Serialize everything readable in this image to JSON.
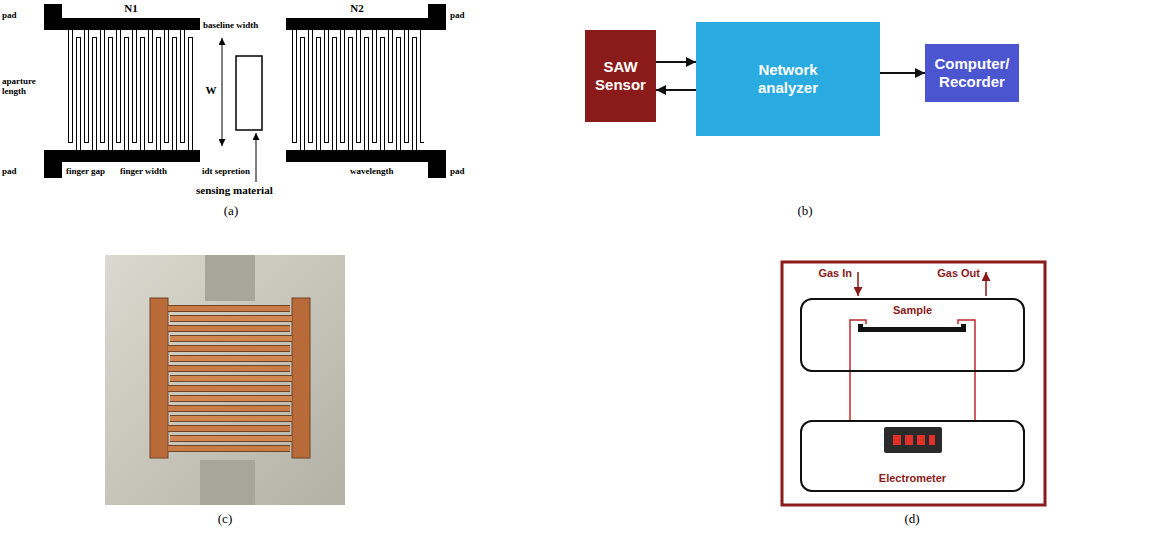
{
  "diagram": {
    "nodes": [
      {
        "text": [
          "SAW Sensor"
        ]
      },
      {
        "text": [
          "Network analyzer"
        ]
      },
      {
        "text": [
          "Computer/ Recorder"
        ]
      },
      {
        "text": [
          "Sample"
        ]
      },
      {
        "text": [
          "Electrometer"
        ]
      }
    ],
    "edges": [
      {
        "from": 0,
        "to": 1,
        "arrow": "to"
      },
      {
        "from": 1,
        "to": 0,
        "arrow": "to"
      },
      {
        "from": 1,
        "to": 2,
        "arrow": "to"
      },
      {
        "from": 3,
        "to": 4,
        "arrow": "none"
      },
      {
        "from": 3,
        "to": 4,
        "arrow": "none"
      }
    ],
    "labels": [
      "N1",
      "N2",
      "pad",
      "pad",
      "baseline width",
      "aparture length",
      "W",
      "pad",
      "pad",
      "finger gap",
      "finger width",
      "idt sepretion",
      "wavelength",
      "sensing material",
      "(a)",
      "(b)",
      "(c)",
      "Gas In",
      "Gas Out",
      "(d)"
    ]
  }
}
